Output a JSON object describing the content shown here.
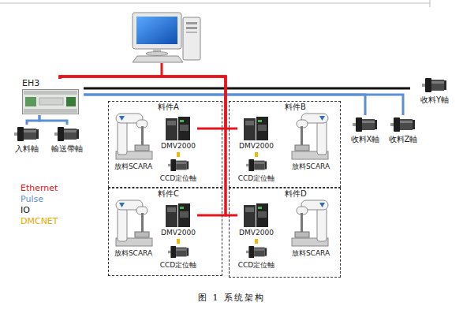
{
  "diagram": {
    "caption": "图 1 系统架构",
    "nodes": [
      {
        "text": [
          "EH3"
        ]
      },
      {
        "text": [
          "入料軸"
        ]
      },
      {
        "text": [
          "輸送帶軸"
        ]
      },
      {
        "text": [
          "料件A"
        ]
      },
      {
        "text": [
          "放料SCARA"
        ],
        "in": 3
      },
      {
        "text": [
          "DMV2000"
        ],
        "in": 3
      },
      {
        "text": [
          "CCD定位軸"
        ],
        "in": 3
      },
      {
        "text": [
          "料件B"
        ]
      },
      {
        "text": [
          "DMV2000"
        ],
        "in": 7
      },
      {
        "text": [
          "放料SCARA"
        ],
        "in": 7
      },
      {
        "text": [
          "CCD定位軸"
        ],
        "in": 7
      },
      {
        "text": [
          "料件C"
        ]
      },
      {
        "text": [
          "放料SCARA"
        ],
        "in": 11
      },
      {
        "text": [
          "DMV2000"
        ],
        "in": 11
      },
      {
        "text": [
          "CCD定位軸"
        ],
        "in": 11
      },
      {
        "text": [
          "料件D"
        ]
      },
      {
        "text": [
          "DMV2000"
        ],
        "in": 15
      },
      {
        "text": [
          "放料SCARA"
        ],
        "in": 15
      },
      {
        "text": [
          "CCD定位軸"
        ],
        "in": 15
      },
      {
        "text": [
          "收料Y軸"
        ]
      },
      {
        "text": [
          "收料X軸"
        ]
      },
      {
        "text": [
          "收料Z軸"
        ]
      }
    ],
    "edges": [
      {
        "from": 0,
        "to": 1,
        "arrow": "none"
      },
      {
        "from": 0,
        "to": 2,
        "arrow": "none"
      },
      {
        "from": 0,
        "to": 20,
        "arrow": "none"
      },
      {
        "from": 0,
        "to": 21,
        "arrow": "none"
      },
      {
        "from": 0,
        "to": 19,
        "arrow": "none"
      },
      {
        "from": 0,
        "to": 5,
        "arrow": "none"
      },
      {
        "from": 0,
        "to": 8,
        "arrow": "none"
      },
      {
        "from": 0,
        "to": 13,
        "arrow": "none"
      },
      {
        "from": 0,
        "to": 16,
        "arrow": "none"
      },
      {
        "from": 5,
        "to": 6,
        "arrow": "none"
      },
      {
        "from": 8,
        "to": 10,
        "arrow": "none"
      },
      {
        "from": 13,
        "to": 14,
        "arrow": "none"
      },
      {
        "from": 16,
        "to": 18,
        "arrow": "none"
      }
    ],
    "legend": [
      {
        "text": "Ethernet",
        "color": "#e8141b"
      },
      {
        "text": "Pulse",
        "color": "#5b8fd6"
      },
      {
        "text": "IO",
        "color": "#111111"
      },
      {
        "text": "DMCNET",
        "color": "#e8a800"
      }
    ]
  }
}
